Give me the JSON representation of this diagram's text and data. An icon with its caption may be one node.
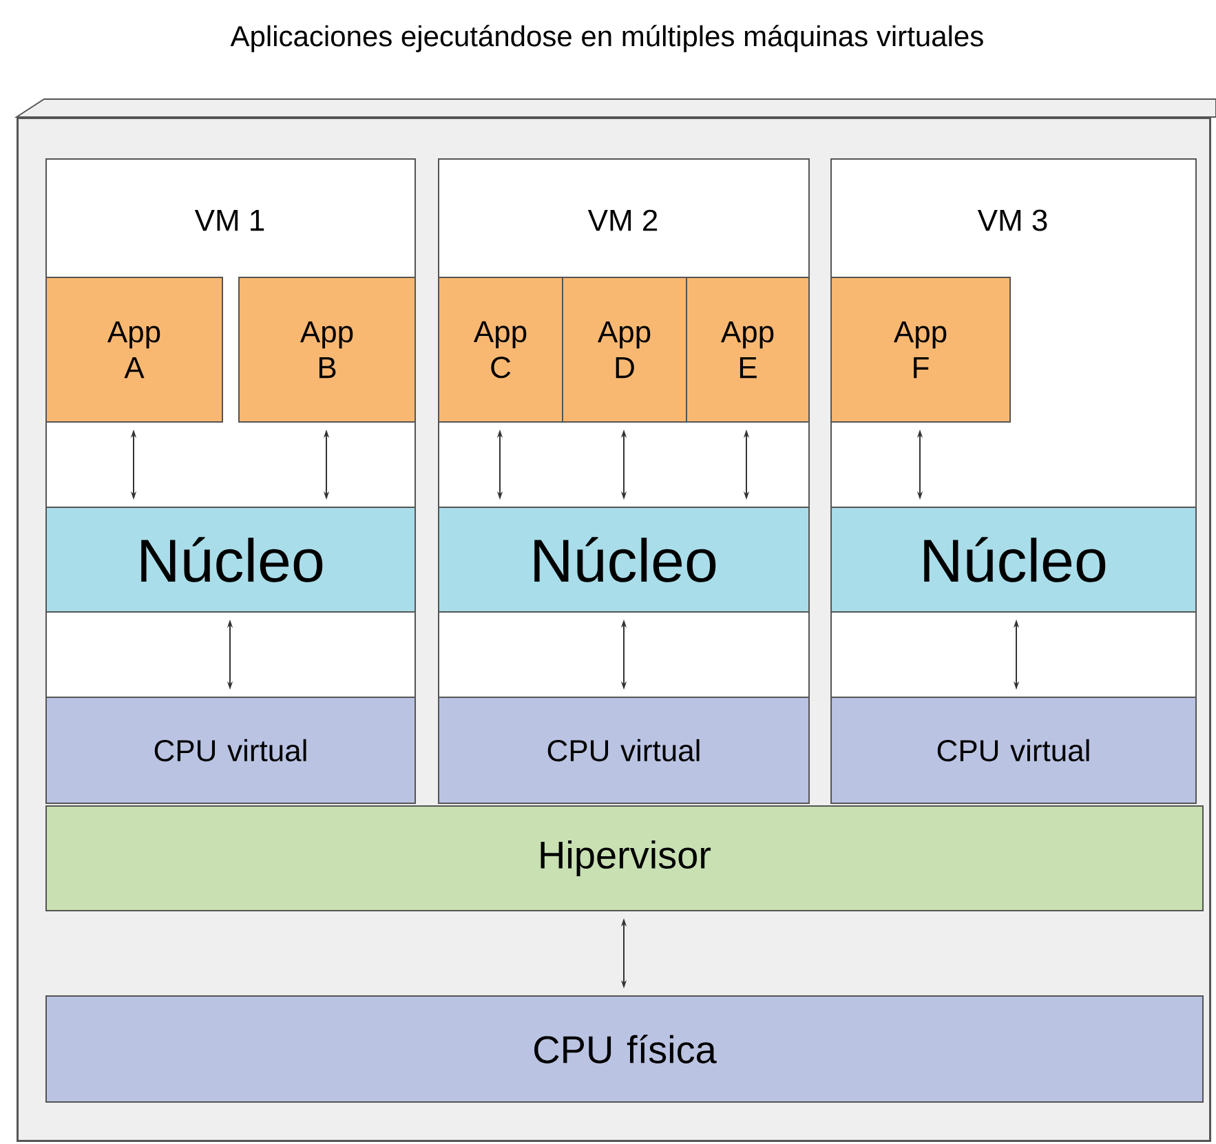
{
  "diagram": {
    "title": "Aplicaciones ejecutándose en múltiples máquinas virtuales",
    "nodes": [
      {
        "text": [],
        "shape": "box"
      },
      {
        "text": [
          "VM 1"
        ],
        "in": 0
      },
      {
        "text": [
          "App A"
        ],
        "in": 1
      },
      {
        "text": [
          "App B"
        ],
        "in": 1
      },
      {
        "text": [
          "Núcleo"
        ],
        "in": 1
      },
      {
        "text": [
          "CPU virtual"
        ],
        "in": 1
      },
      {
        "text": [
          "VM 2"
        ],
        "in": 0
      },
      {
        "text": [
          "App C"
        ],
        "in": 6
      },
      {
        "text": [
          "App D"
        ],
        "in": 6
      },
      {
        "text": [
          "App E"
        ],
        "in": 6
      },
      {
        "text": [
          "Núcleo"
        ],
        "in": 6
      },
      {
        "text": [
          "CPU virtual"
        ],
        "in": 6
      },
      {
        "text": [
          "VM 3"
        ],
        "in": 0
      },
      {
        "text": [
          "App F"
        ],
        "in": 12
      },
      {
        "text": [
          "Núcleo"
        ],
        "in": 12
      },
      {
        "text": [
          "CPU virtual"
        ],
        "in": 12
      },
      {
        "text": [
          "Hipervisor"
        ],
        "in": 0
      },
      {
        "text": [
          "CPU física"
        ],
        "in": 0
      }
    ],
    "edges": [
      {
        "from": 2,
        "to": 4,
        "arrow": "both"
      },
      {
        "from": 3,
        "to": 4,
        "arrow": "both"
      },
      {
        "from": 4,
        "to": 5,
        "arrow": "both"
      },
      {
        "from": 7,
        "to": 10,
        "arrow": "both"
      },
      {
        "from": 8,
        "to": 10,
        "arrow": "both"
      },
      {
        "from": 9,
        "to": 10,
        "arrow": "both"
      },
      {
        "from": 10,
        "to": 11,
        "arrow": "both"
      },
      {
        "from": 13,
        "to": 14,
        "arrow": "both"
      },
      {
        "from": 14,
        "to": 15,
        "arrow": "both"
      },
      {
        "from": 16,
        "to": 17,
        "arrow": "both"
      }
    ]
  }
}
